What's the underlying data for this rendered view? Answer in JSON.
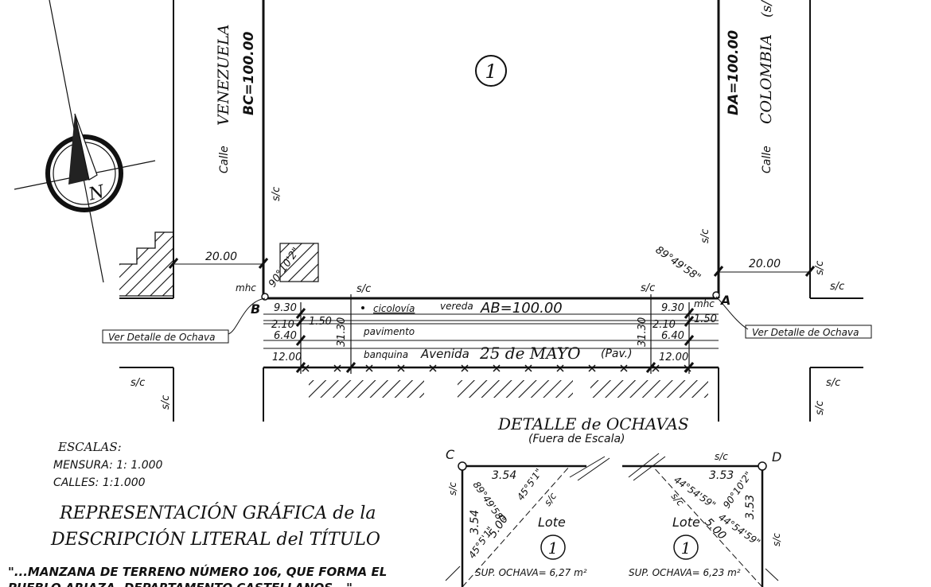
{
  "lot_number": "1",
  "streets": {
    "left_prefix": "Calle",
    "left_name": "VENEZUELA",
    "right_prefix": "Calle",
    "right_name": "COLOMBIA",
    "right_name_suffix": "(s/",
    "bottom_type": "Avenida",
    "bottom_name": "25 de MAYO",
    "bottom_paved": "(Pav.)"
  },
  "sides": {
    "bc": "BC=100.00",
    "da": "DA=100.00",
    "ab": "AB=100.00"
  },
  "angles": {
    "b": "90°10'2\"",
    "a": "89°49'58\""
  },
  "vertices": {
    "a": "A",
    "b": "B",
    "c": "C",
    "d": "D"
  },
  "marks": {
    "sc": "s/c",
    "mhc": "mhc"
  },
  "street_width_left": "20.00",
  "street_width_right": "20.00",
  "avenue_profile": {
    "labels": [
      "cicolovía",
      "vereda",
      "pavimento",
      "banquina"
    ],
    "widths_left": [
      "9.30",
      "2.10",
      "1.50",
      "6.40",
      "12.00"
    ],
    "widths_right": [
      "9.30",
      "2.10",
      "1.50",
      "6.40",
      "12.00"
    ],
    "total_left": "31.30",
    "total_right": "31.30"
  },
  "callouts": {
    "left": "Ver Detalle de Ochava",
    "right": "Ver Detalle de Ochava"
  },
  "detail": {
    "title": "DETALLE de OCHAVAS",
    "subtitle": "(Fuera de Escala)",
    "lote_label": "Lote",
    "left": {
      "side_top": "3.54",
      "side_left": "3.54",
      "diagonal": "5.00",
      "angle1": "89°49'58\"",
      "angle2": "45°5'1\"",
      "angle3": "45°5'1\"",
      "area": "SUP. OCHAVA= 6,27 m²"
    },
    "right": {
      "side_top": "3.53",
      "side_right": "3.53",
      "diagonal": "5.00",
      "angle1": "44°54'59\"",
      "angle2": "90°10'2\"",
      "angle3": "44°54'59\"",
      "area": "SUP. OCHAVA= 6,23 m²"
    }
  },
  "scales": {
    "title": "ESCALAS:",
    "mensura": "MENSURA: 1: 1.000",
    "calles": "CALLES:  1:1.000"
  },
  "heading_line1": "REPRESENTACIÓN GRÁFICA de la",
  "heading_line2": "DESCRIPCIÓN LITERAL del TÍTULO",
  "quote_line1": "\"...MANZANA DE TERRENO NÚMERO 106, QUE FORMA EL",
  "quote_line2": "PUEBLO ARIAZA, DEPARTAMENTO CASTELLANOS...\"",
  "north_label": "N"
}
